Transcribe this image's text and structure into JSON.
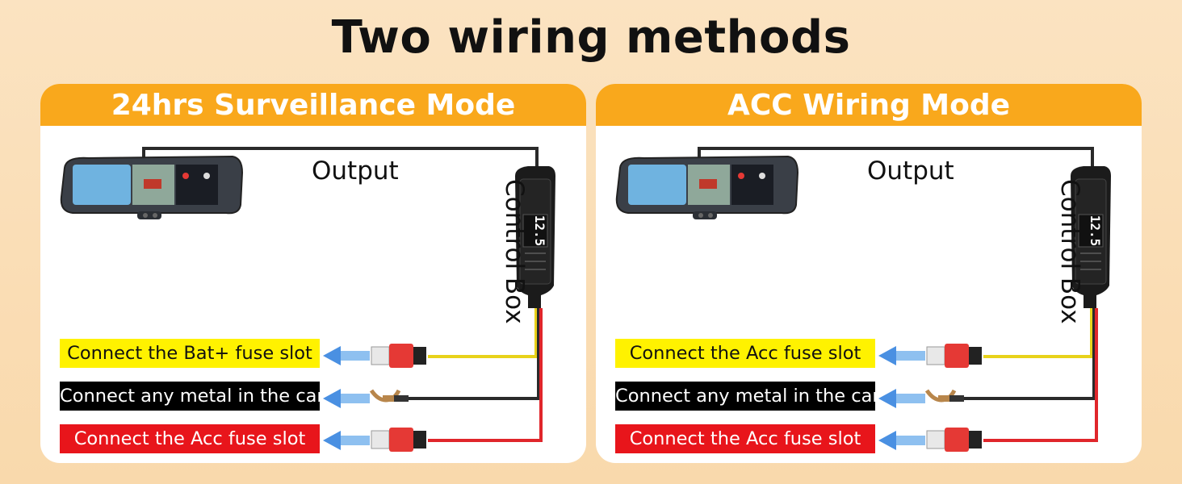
{
  "title": "Two wiring methods",
  "panels": [
    {
      "header": "24hrs Surveillance Mode",
      "output_label": "Output",
      "control_box_label": "Control Box",
      "device_text": "12.5",
      "connections": [
        {
          "text": "Connect the Bat+ fuse slot",
          "color": "#fff200"
        },
        {
          "text": "Connect any metal in the car",
          "color": "#000000"
        },
        {
          "text": "Connect the Acc fuse slot",
          "color": "#e8151b"
        }
      ]
    },
    {
      "header": "ACC Wiring Mode",
      "output_label": "Output",
      "control_box_label": "Control Box",
      "device_text": "12.5",
      "connections": [
        {
          "text": "Connect the Acc fuse slot",
          "color": "#fff200"
        },
        {
          "text": "Connect any metal in the car",
          "color": "#000000"
        },
        {
          "text": "Connect the Acc fuse slot",
          "color": "#e8151b"
        }
      ]
    }
  ],
  "colors": {
    "header": "#f9a81c",
    "wire_yellow": "#e8d21a",
    "wire_black": "#2a2a2a",
    "wire_red": "#e0262b",
    "arrow_blue": "#4a90e2"
  }
}
